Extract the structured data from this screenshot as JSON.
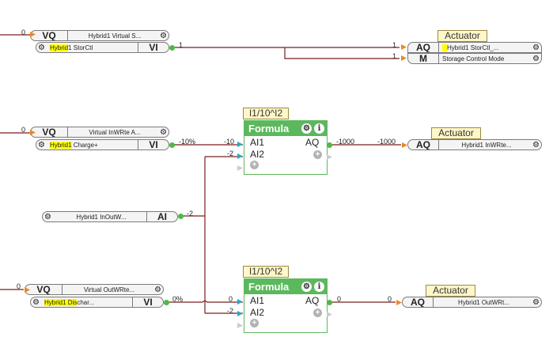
{
  "blocks": {
    "vq1": {
      "type": "VQ",
      "name": "Hybrid1 Virtual S...",
      "value_in": "0"
    },
    "vi1": {
      "type": "VI",
      "name_hl": "Hybrid",
      "name_hl2": "1",
      "name_rest": " StorCtl",
      "value_out": "1"
    },
    "act1": {
      "title": "Actuator",
      "aq_label": "AQ",
      "aq_name": "Hybrid1 StorCtl_...",
      "aq_in": "1",
      "m_label": "M",
      "m_name": "Storage Control Mode",
      "m_in": "1"
    },
    "vq2": {
      "type": "VQ",
      "name": "Virtual InWRte A...",
      "value_in": "0"
    },
    "vi2": {
      "type": "VI",
      "name_hl": "Hybrid1",
      "name_rest": " Charge+",
      "value_out": "-10%"
    },
    "formula1": {
      "title": "I1/10^I2",
      "header": "Formula",
      "ai1": "AI1",
      "ai2": "AI2",
      "aq": "AQ",
      "in1": "-10",
      "in2": "-2",
      "out": "-1000"
    },
    "act2": {
      "title": "Actuator",
      "aq_label": "AQ",
      "aq_name": "Hybrid1 InWRte...",
      "aq_in": "-1000"
    },
    "ai": {
      "type": "AI",
      "name": "Hybrid1 InOutW...",
      "value_out": "-2"
    },
    "vq3": {
      "type": "VQ",
      "name": "Virtual OutWRte...",
      "value_in": "0"
    },
    "vi3": {
      "type": "VI",
      "name_hl": "Hybrid1 Dis",
      "name_rest": "char...",
      "value_out": "0%"
    },
    "formula2": {
      "title": "I1/10^I2",
      "header": "Formula",
      "ai1": "AI1",
      "ai2": "AI2",
      "aq": "AQ",
      "in1": "0",
      "in2": "-2",
      "out": "0"
    },
    "act3": {
      "title": "Actuator",
      "aq_label": "AQ",
      "aq_name": "Hybrid1 OutWRt...",
      "aq_in": "0"
    }
  },
  "icons": {
    "gear": "gear-icon",
    "info": "info-icon",
    "add": "add-input-icon"
  },
  "colors": {
    "wire": "#7a1f1f",
    "formula_green": "#5cb85c",
    "highlight": "#ffff00",
    "title_tag": "#fff7c8"
  }
}
